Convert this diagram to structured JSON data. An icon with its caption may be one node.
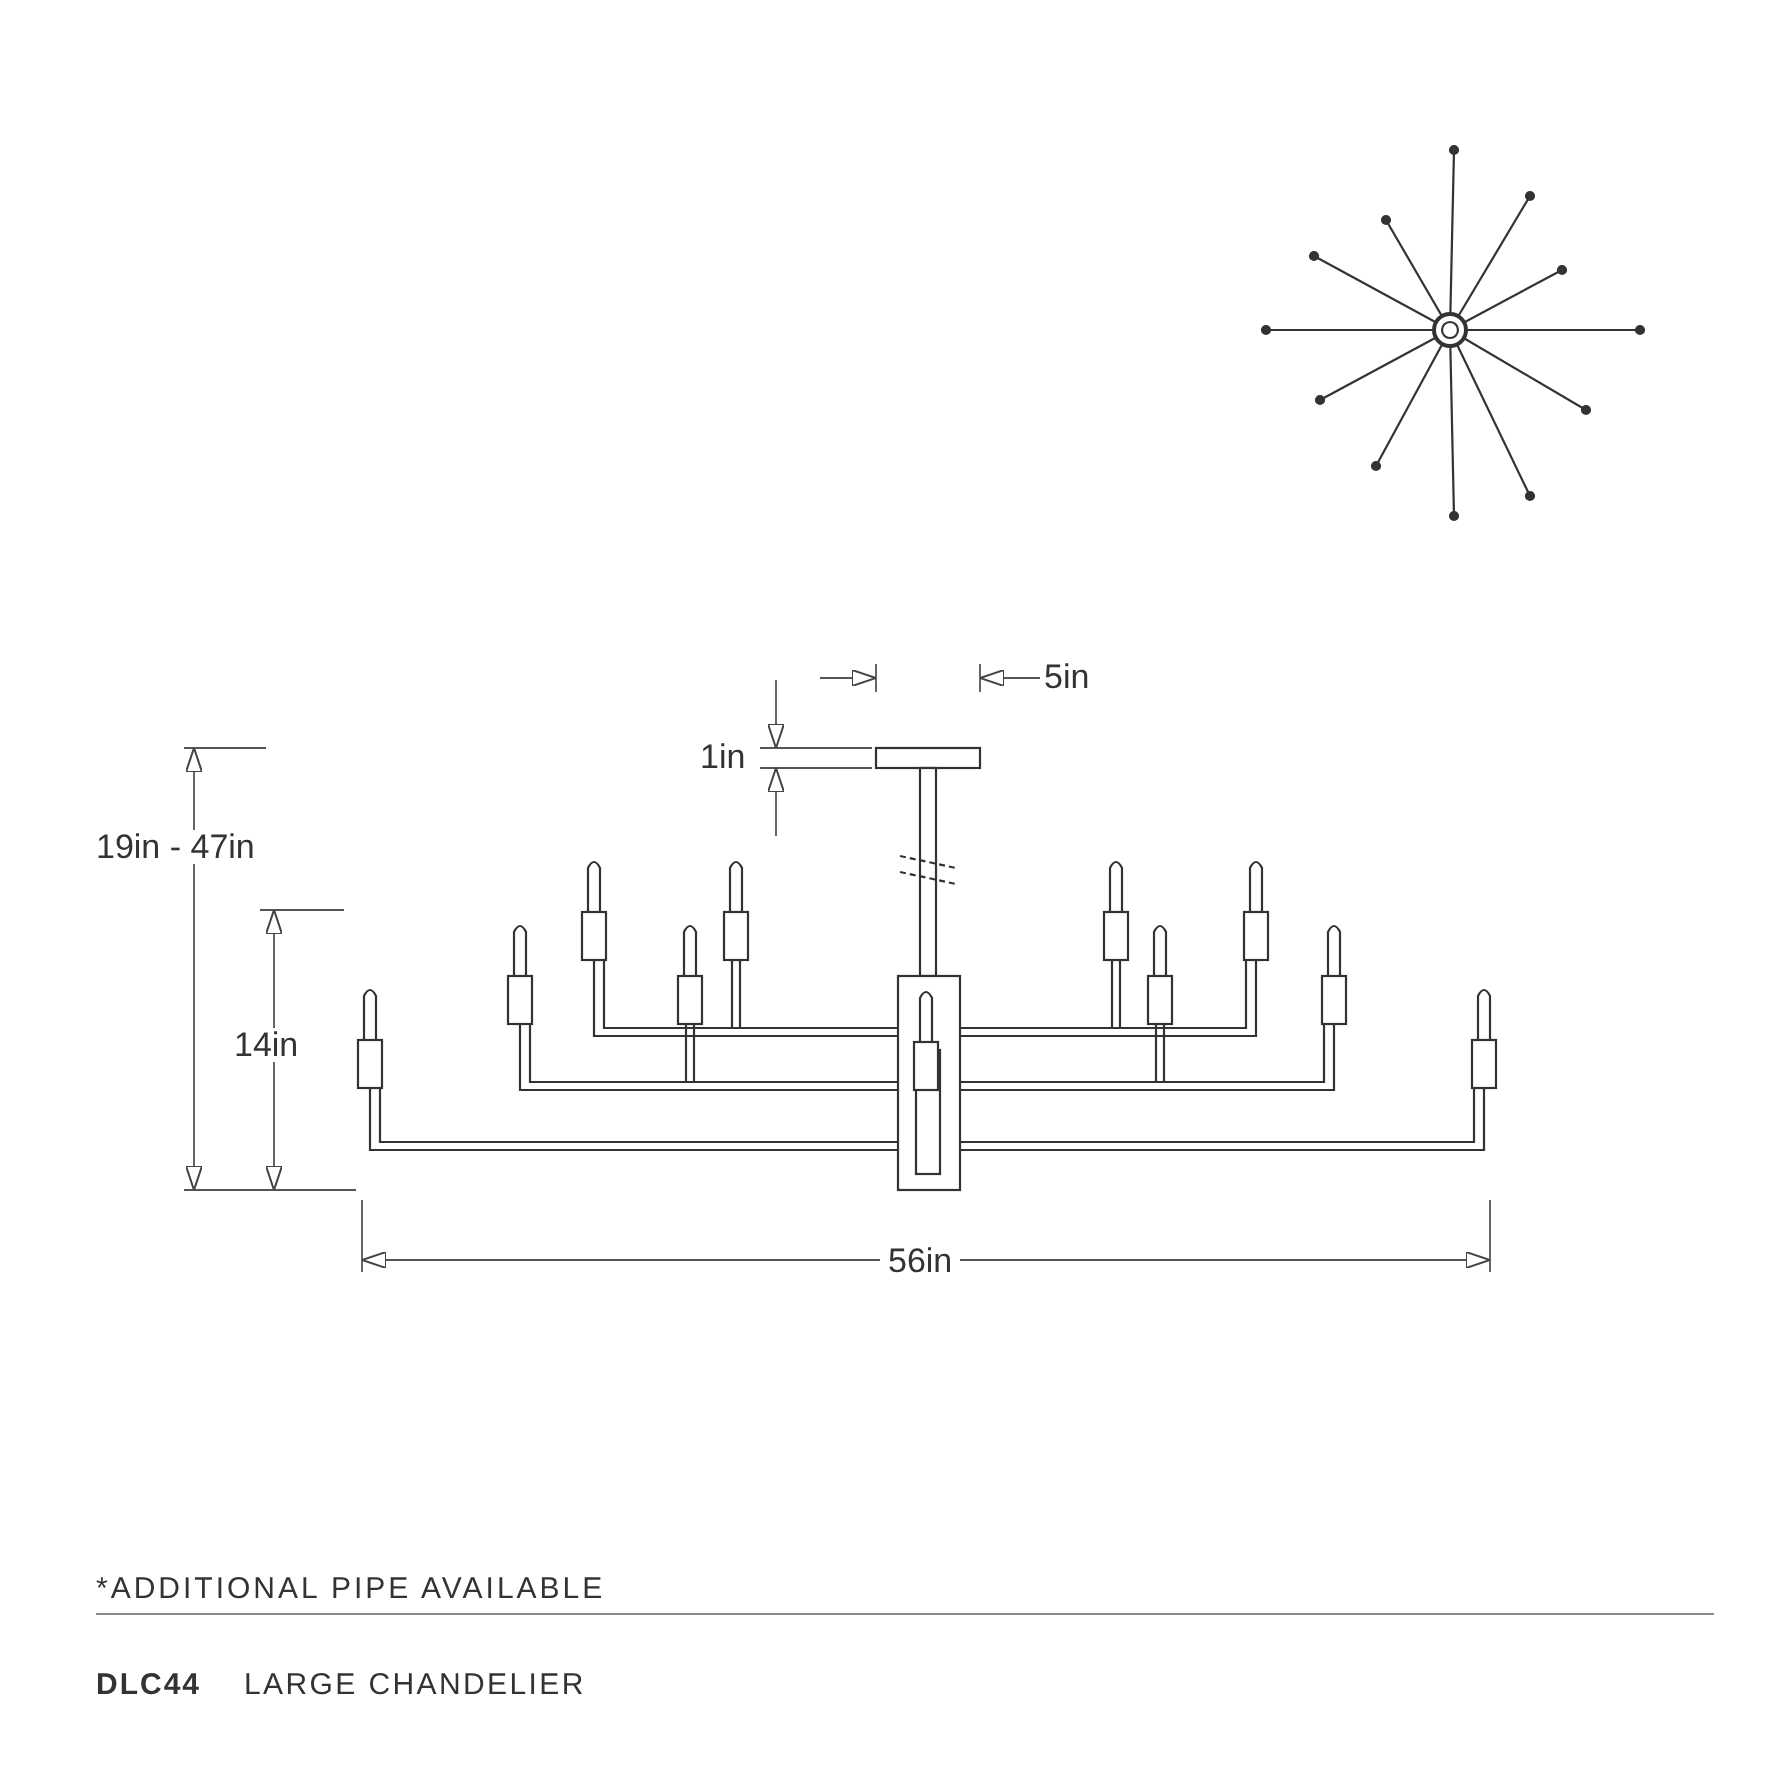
{
  "diagram": {
    "labels": [
      "5in",
      "1in",
      "19in - 47in",
      "14in",
      "56in",
      "*ADDITIONAL PIPE AVAILABLE",
      "DLC44",
      "LARGE CHANDELIER"
    ]
  }
}
